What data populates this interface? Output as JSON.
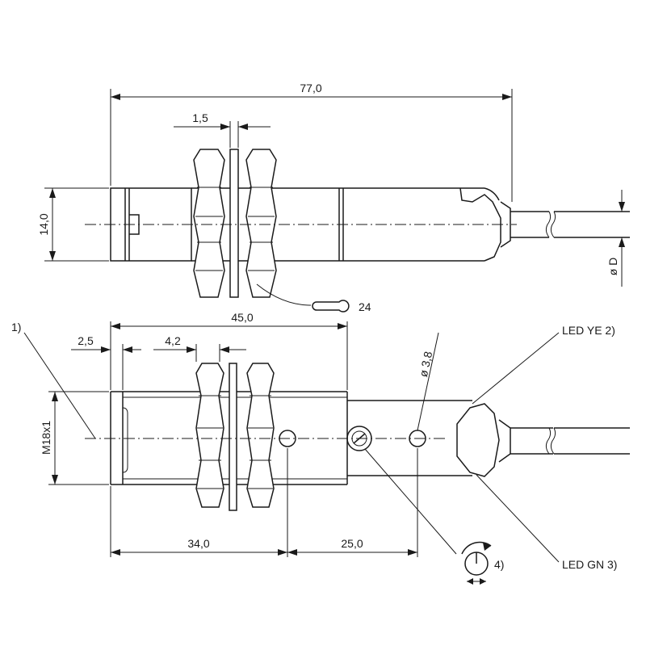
{
  "dimensions": {
    "overall_length": "77,0",
    "nut_thickness_top": "1,5",
    "body_height": "14,0",
    "cable_diameter": "ø D",
    "wrench_size": "24",
    "thread_length": "45,0",
    "face_offset": "2,5",
    "nut_thickness": "4,2",
    "thread": "M18x1",
    "hole_diameter": "ø 3,8",
    "led_position": "34,0",
    "led_spacing": "25,0"
  },
  "notes": {
    "note_1": "1)",
    "led_yellow": "LED YE 2)",
    "led_green": "LED GN 3)",
    "potentiometer": "4)"
  }
}
